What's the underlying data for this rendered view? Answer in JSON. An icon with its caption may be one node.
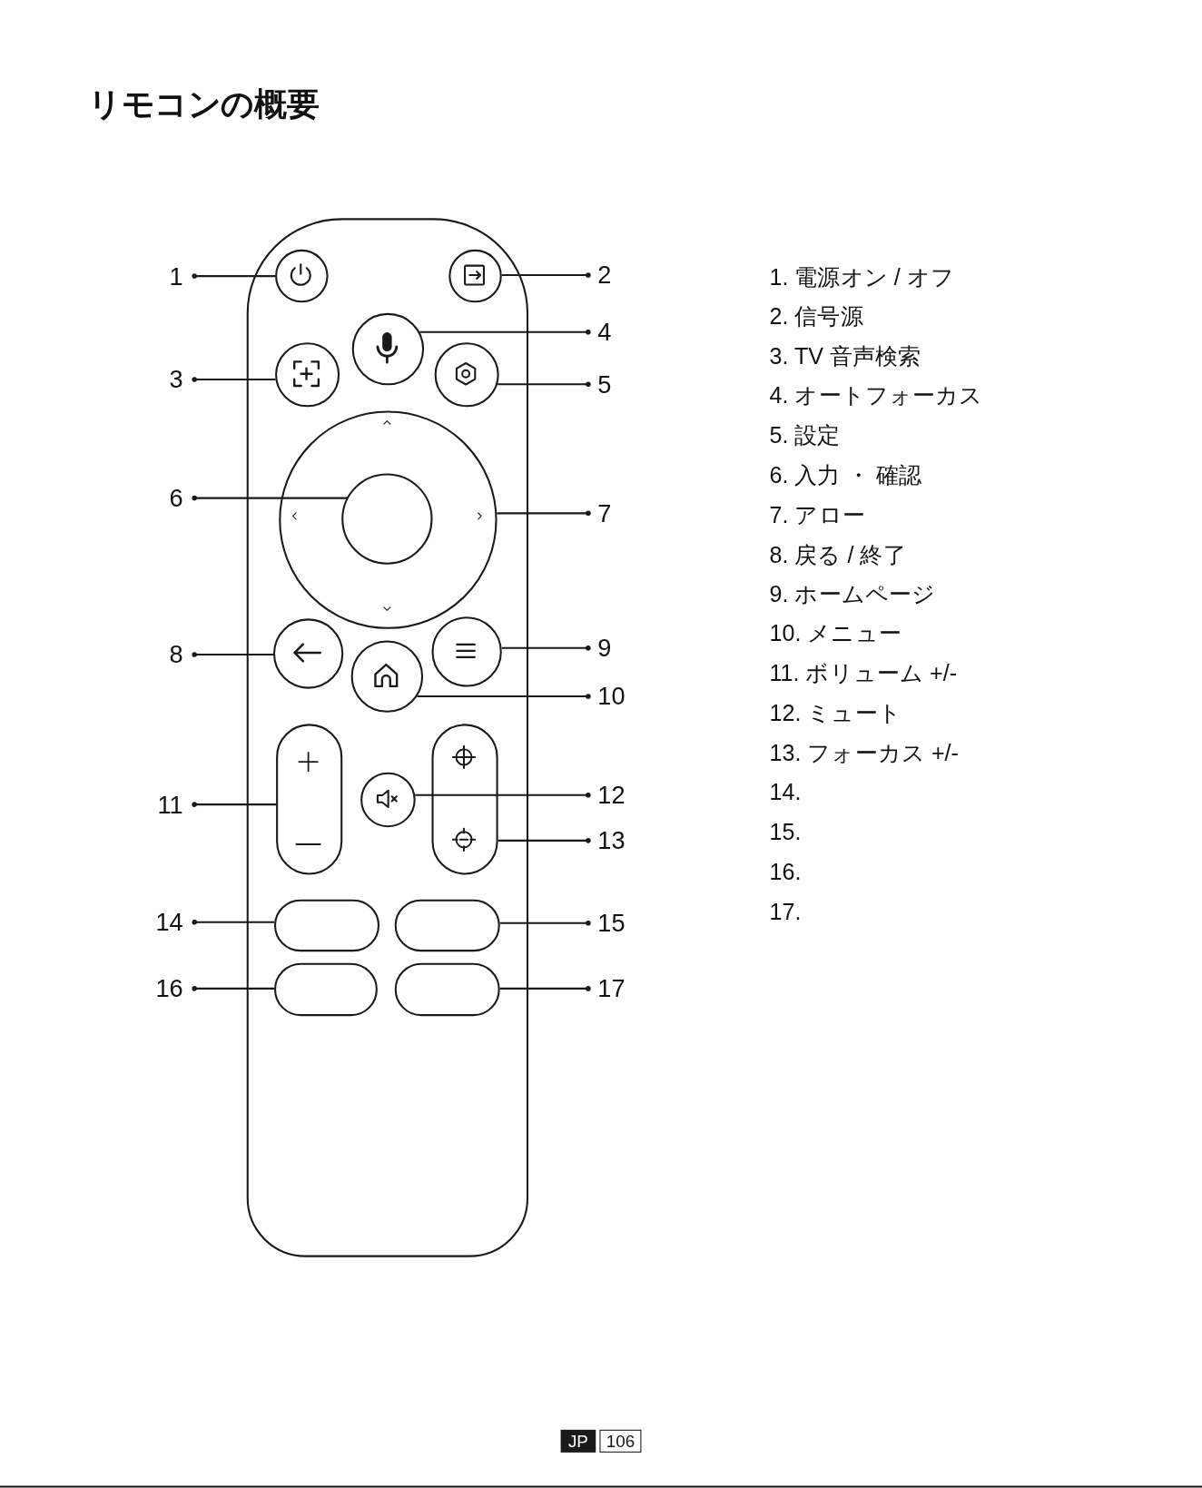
{
  "diagram": {
    "title": "リモコンの概要",
    "nodes": [
      {
        "text": [
          "1"
        ]
      },
      {
        "text": [
          "2"
        ]
      },
      {
        "text": [
          "3"
        ]
      },
      {
        "text": [
          "4"
        ]
      },
      {
        "text": [
          "5"
        ]
      },
      {
        "text": [
          "6"
        ]
      },
      {
        "text": [
          "7"
        ]
      },
      {
        "text": [
          "8"
        ]
      },
      {
        "text": [
          "9"
        ]
      },
      {
        "text": [
          "10"
        ]
      },
      {
        "text": [
          "11"
        ]
      },
      {
        "text": [
          "12"
        ]
      },
      {
        "text": [
          "13"
        ]
      },
      {
        "text": [
          "14"
        ]
      },
      {
        "text": [
          "15"
        ]
      },
      {
        "text": [
          "16"
        ]
      },
      {
        "text": [
          "17"
        ]
      },
      {
        "text": [],
        "shape": "box"
      },
      {
        "text": [],
        "shape": "circle",
        "in": 17
      },
      {
        "text": [],
        "shape": "circle",
        "in": 17
      },
      {
        "text": [],
        "shape": "circle",
        "in": 17
      },
      {
        "text": [],
        "shape": "circle",
        "in": 17
      },
      {
        "text": [],
        "shape": "circle",
        "in": 17
      },
      {
        "text": [],
        "shape": "circle",
        "in": 17
      },
      {
        "text": [],
        "shape": "circle",
        "in": 23
      },
      {
        "text": [],
        "shape": "circle",
        "in": 17
      },
      {
        "text": [],
        "shape": "circle",
        "in": 17
      },
      {
        "text": [],
        "shape": "circle",
        "in": 17
      },
      {
        "text": [],
        "shape": "box",
        "in": 17
      },
      {
        "text": [],
        "shape": "circle",
        "in": 17
      },
      {
        "text": [],
        "shape": "box",
        "in": 17
      },
      {
        "text": [],
        "shape": "box",
        "in": 17
      },
      {
        "text": [],
        "shape": "box",
        "in": 17
      },
      {
        "text": [],
        "shape": "box",
        "in": 17
      },
      {
        "text": [],
        "shape": "box",
        "in": 17
      }
    ],
    "edges": [
      {
        "from": 0,
        "to": 18,
        "arrow": "other"
      },
      {
        "from": 1,
        "to": 19,
        "arrow": "other"
      },
      {
        "from": 2,
        "to": 20,
        "arrow": "other"
      },
      {
        "from": 3,
        "to": 21,
        "arrow": "other"
      },
      {
        "from": 4,
        "to": 22,
        "arrow": "other"
      },
      {
        "from": 5,
        "to": 24,
        "arrow": "other"
      },
      {
        "from": 6,
        "to": 23,
        "arrow": "other"
      },
      {
        "from": 7,
        "to": 25,
        "arrow": "other"
      },
      {
        "from": 8,
        "to": 26,
        "arrow": "other"
      },
      {
        "from": 9,
        "to": 27,
        "arrow": "other"
      },
      {
        "from": 10,
        "to": 28,
        "arrow": "other"
      },
      {
        "from": 11,
        "to": 29,
        "arrow": "other"
      },
      {
        "from": 12,
        "to": 30,
        "arrow": "other"
      },
      {
        "from": 13,
        "to": 31,
        "arrow": "other"
      },
      {
        "from": 14,
        "to": 32,
        "arrow": "other"
      },
      {
        "from": 15,
        "to": 33,
        "arrow": "other"
      },
      {
        "from": 16,
        "to": 34,
        "arrow": "other"
      }
    ],
    "labels": [
      "1. 電源オン / オフ",
      "2. 信号源",
      "3. TV 音声検索",
      "4. オートフォーカス",
      "5. 設定",
      "6. 入力 ・ 確認",
      "7. アロー",
      "8. 戻る / 終了",
      "9. ホームページ",
      "10. メニュー",
      "11. ボリューム +/-",
      "12. ミュート",
      "13. フォーカス +/-",
      "14.",
      "15.",
      "16.",
      "17.",
      "JP",
      "106"
    ]
  }
}
